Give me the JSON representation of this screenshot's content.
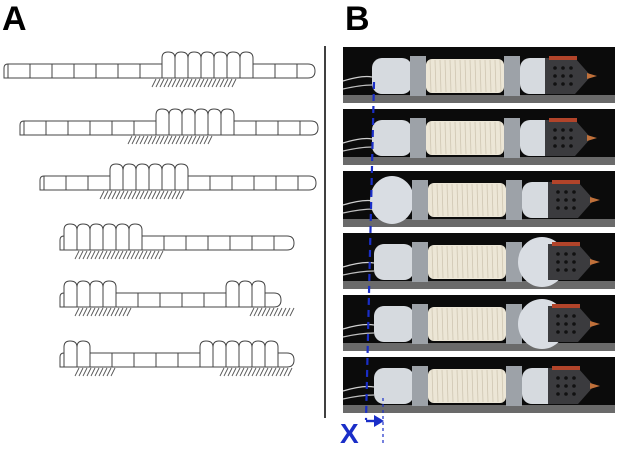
{
  "panels": {
    "a_label": "A",
    "b_label": "B"
  },
  "photo_panel": {
    "marker_label": "X",
    "marker_color": "#1a2ec8",
    "frames": [
      {
        "fluid_state": "rear-segment-inflated"
      },
      {
        "fluid_state": "rear-segment-inflated"
      },
      {
        "fluid_state": "rear-bulb-inflated"
      },
      {
        "fluid_state": "front-bulb-inflated"
      },
      {
        "fluid_state": "front-bulb-inflated"
      },
      {
        "fluid_state": "front-segment-inflated"
      }
    ]
  },
  "schematic_panel": {
    "rows": [
      {
        "anchor": "front"
      },
      {
        "anchor": "middle"
      },
      {
        "anchor": "middle"
      },
      {
        "anchor": "rear"
      },
      {
        "anchor": "both"
      },
      {
        "anchor": "both"
      }
    ]
  }
}
